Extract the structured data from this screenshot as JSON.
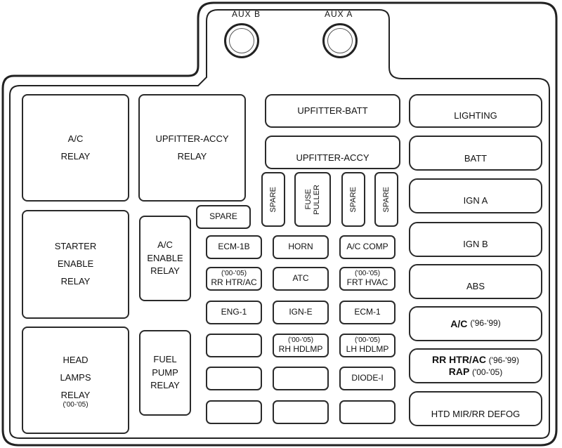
{
  "aux": [
    {
      "label": "AUX B"
    },
    {
      "label": "AUX A"
    }
  ],
  "relays": {
    "ac_relay": [
      "A/C",
      "RELAY"
    ],
    "upfitter_accy_relay": [
      "UPFITTER-ACCY",
      "RELAY"
    ],
    "starter_enable_relay": [
      "STARTER",
      "ENABLE",
      "RELAY"
    ],
    "ac_enable_relay": [
      "A/C",
      "ENABLE",
      "RELAY"
    ],
    "head_lamps_relay": [
      "HEAD",
      "LAMPS",
      "RELAY"
    ],
    "head_lamps_note": "('00-'05)",
    "fuel_pump_relay": [
      "FUEL",
      "PUMP",
      "RELAY"
    ]
  },
  "fuses": {
    "upfitter_batt": "UPFITTER-BATT",
    "upfitter_accy": "UPFITTER-ACCY",
    "spare_vertical_1": "SPARE",
    "fuse_puller": [
      "FUSE",
      "PULLER"
    ],
    "spare_vertical_2": "SPARE",
    "spare_vertical_3": "SPARE",
    "spare": "SPARE",
    "ecm_1b": "ECM-1B",
    "horn": "HORN",
    "ac_comp": "A/C COMP",
    "rr_htr_ac_note": "('00-'05)",
    "rr_htr_ac": "RR HTR/AC",
    "atc": "ATC",
    "frt_hvac_note": "('00-'05)",
    "frt_hvac": "FRT HVAC",
    "eng_1": "ENG-1",
    "ign_e": "IGN-E",
    "ecm_1": "ECM-1",
    "rh_hdlmp_note": "('00-'05)",
    "rh_hdlmp": "RH HDLMP",
    "lh_hdlmp_note": "('00-'05)",
    "lh_hdlmp": "LH HDLMP",
    "diode_i": "DIODE-I"
  },
  "maxi": {
    "lighting": "LIGHTING",
    "batt": "BATT",
    "ign_a": "IGN A",
    "ign_b": "IGN B",
    "abs": "ABS",
    "ac": "A/C",
    "ac_note": "('96-'99)",
    "rr_htr_ac": "RR HTR/AC",
    "rr_htr_ac_note": "('96-'99)",
    "rap": "RAP",
    "rap_note": "('00-'05)",
    "htd_mir": "HTD MIR/RR DEFOG"
  }
}
